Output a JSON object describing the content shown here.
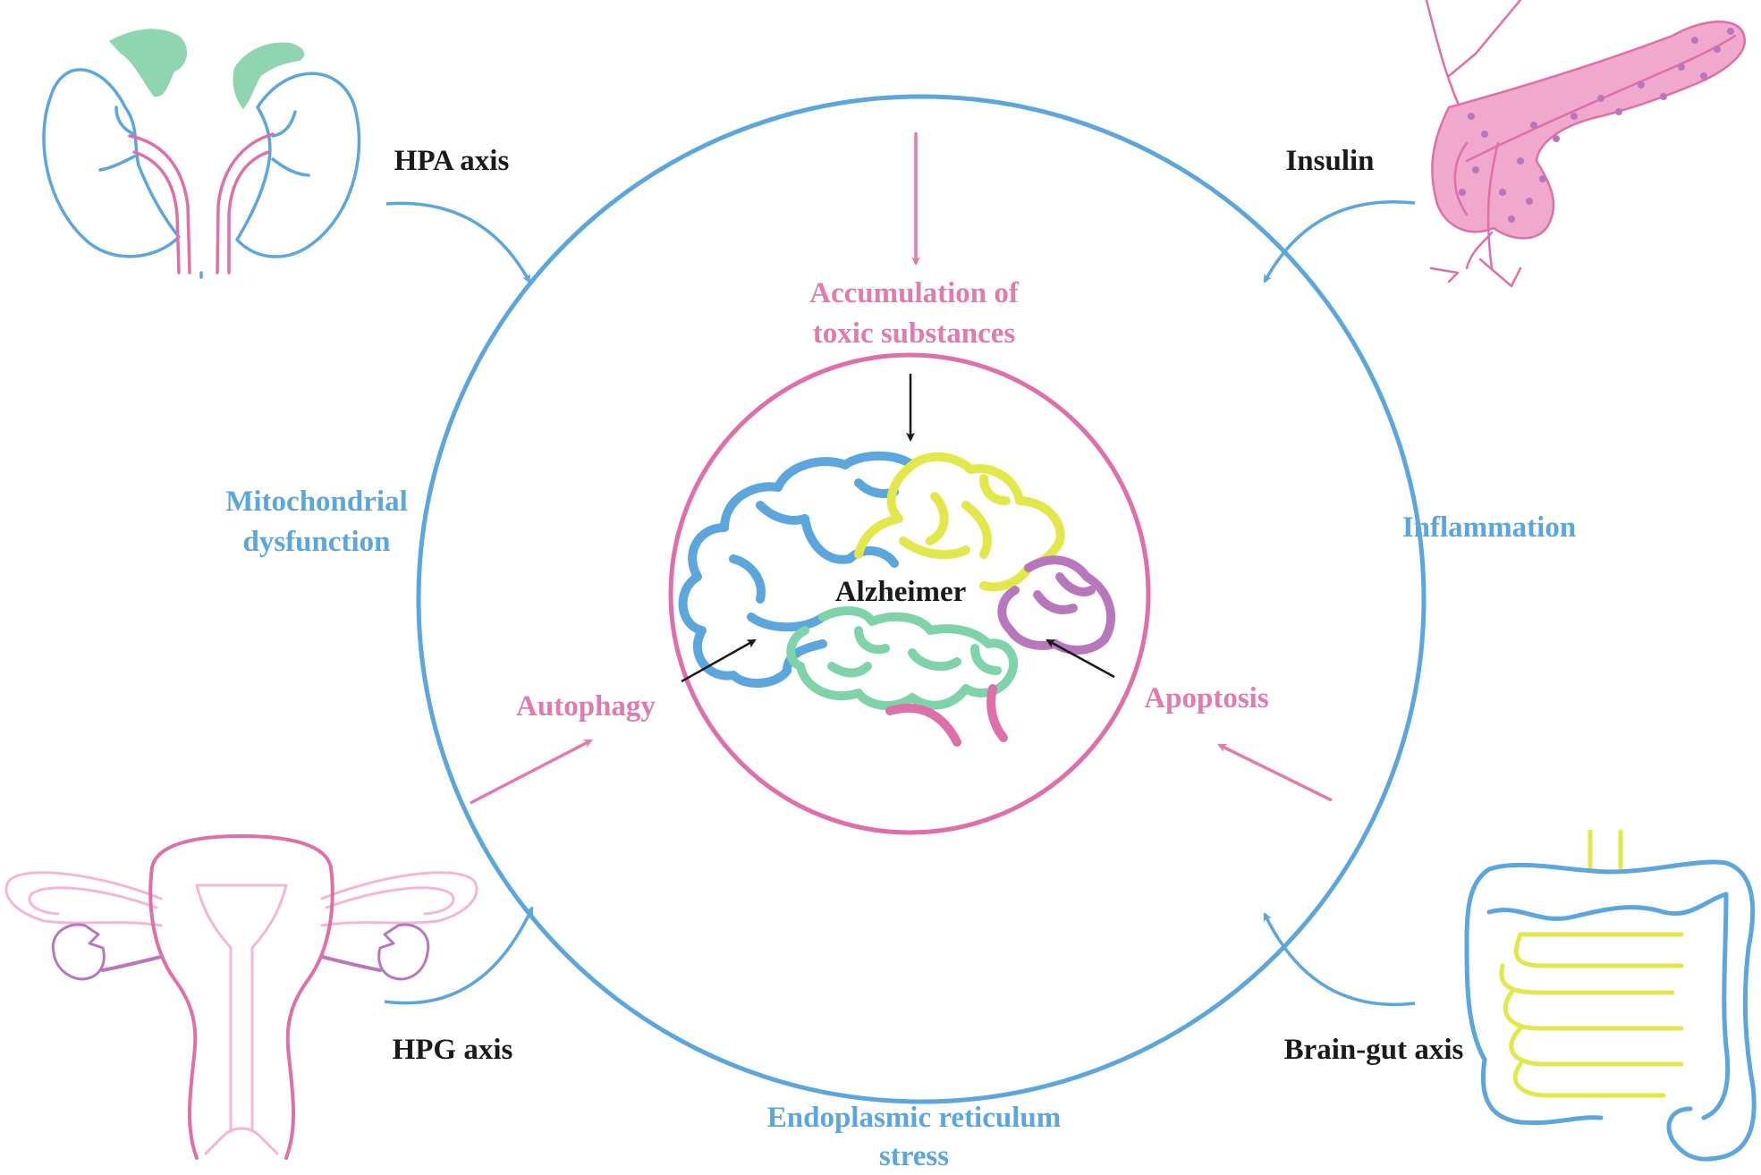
{
  "colors": {
    "blue": "#5ba6dc",
    "pink": "#e07bb0",
    "magenta": "#de6fa8",
    "green": "#7fd3a9",
    "yellow": "#e3e84a",
    "purple": "#b877bd",
    "adrenal_green": "#8fd6b0",
    "pancreas_fill": "#f0a8cc",
    "black": "#1a1a1a"
  },
  "center": {
    "label": "Alzheimer",
    "icon": "brain-icon"
  },
  "inner_mechanisms": {
    "top": [
      "Accumulation of",
      "toxic substances"
    ],
    "left": "Autophagy",
    "right": "Apoptosis"
  },
  "outer_mechanisms": {
    "left": [
      "Mitochondrial",
      "dysfunction"
    ],
    "right": "Inflammation",
    "bottom": [
      "Endoplasmic reticulum",
      "stress"
    ]
  },
  "axes": {
    "top_left": {
      "label": "HPA axis",
      "icon": "kidney-adrenal-icon"
    },
    "top_right": {
      "label": "Insulin",
      "icon": "pancreas-icon"
    },
    "bottom_left": {
      "label": "HPG axis",
      "icon": "uterus-ovary-icon"
    },
    "bottom_right": {
      "label": "Brain-gut axis",
      "icon": "intestine-icon"
    }
  }
}
